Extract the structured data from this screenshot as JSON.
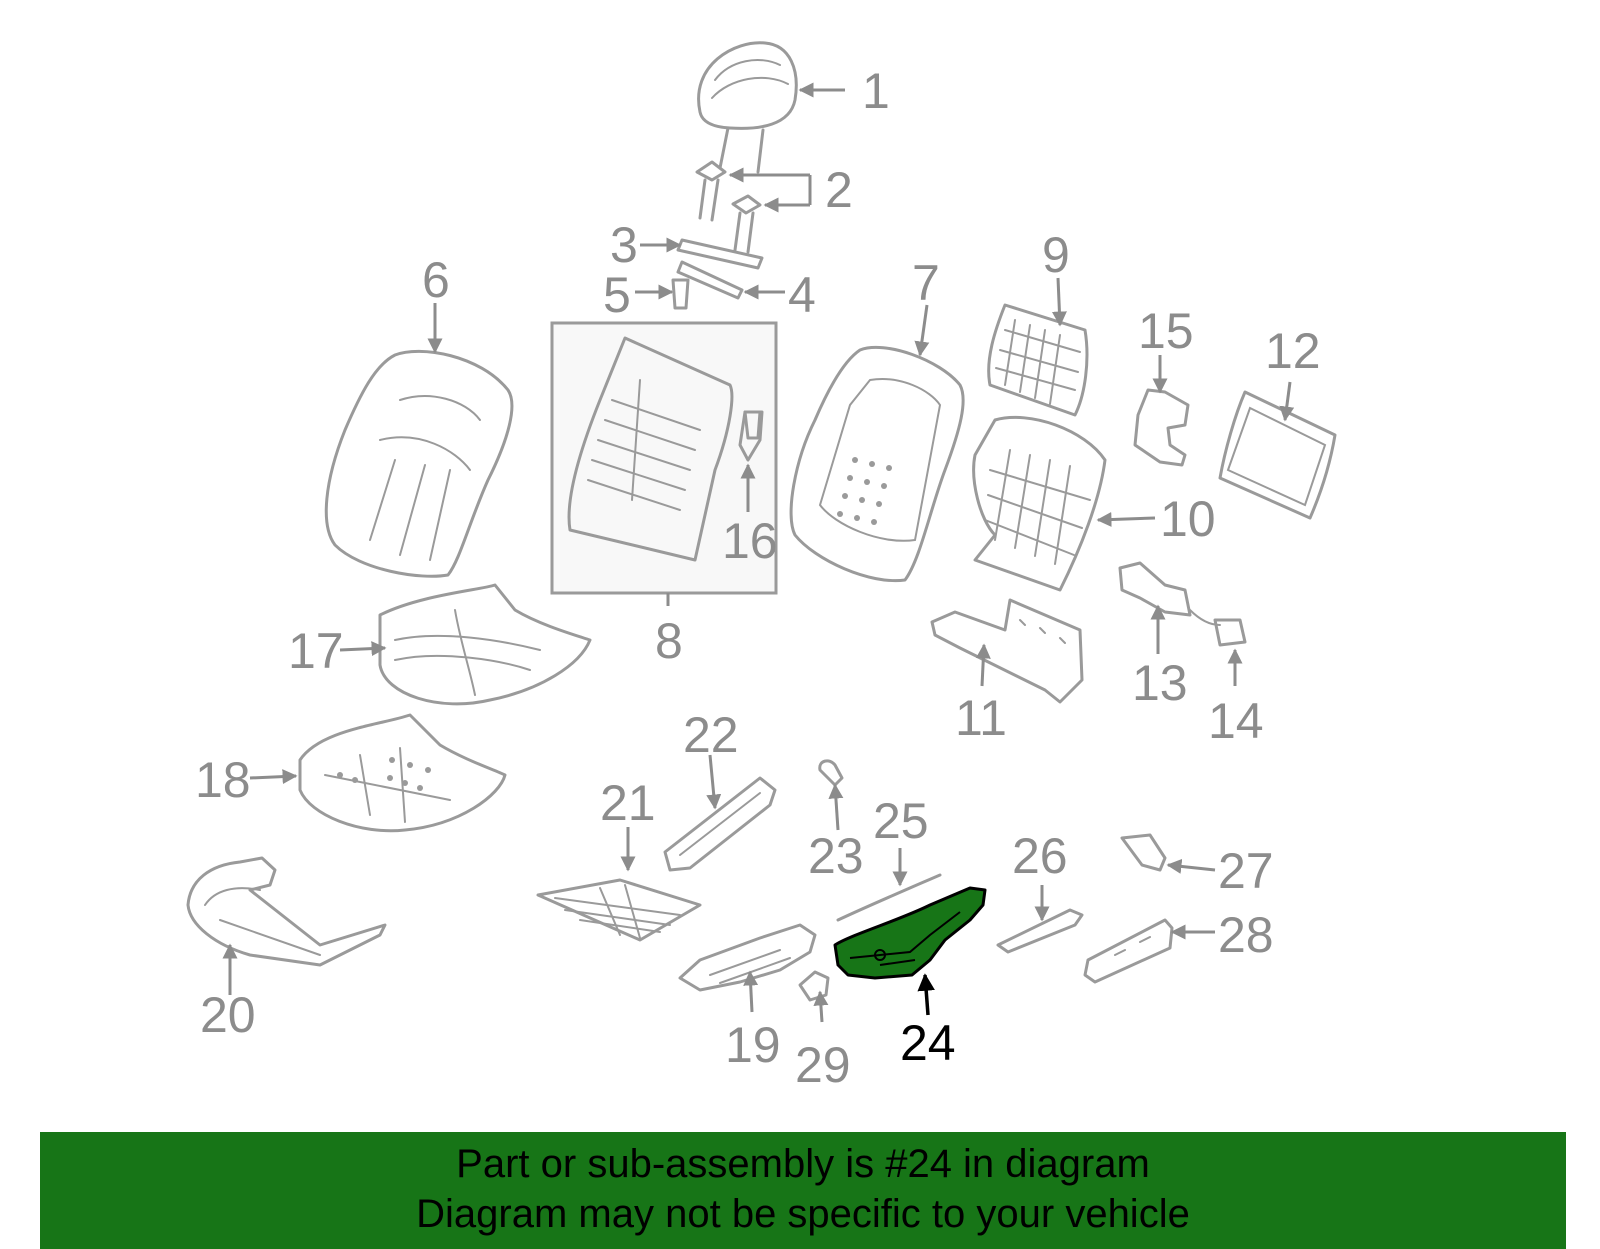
{
  "diagram": {
    "highlight_part": "24",
    "highlight_color": "#177517",
    "line_color": "#9a9a9a",
    "labels": [
      "1",
      "2",
      "3",
      "4",
      "5",
      "6",
      "7",
      "8",
      "9",
      "10",
      "11",
      "12",
      "13",
      "14",
      "15",
      "16",
      "17",
      "18",
      "19",
      "20",
      "21",
      "22",
      "23",
      "24",
      "25",
      "26",
      "27",
      "28",
      "29"
    ]
  },
  "banner": {
    "line1": "Part or sub-assembly is #24 in diagram",
    "line2": "Diagram may not be specific to your vehicle",
    "color": "#177517"
  }
}
